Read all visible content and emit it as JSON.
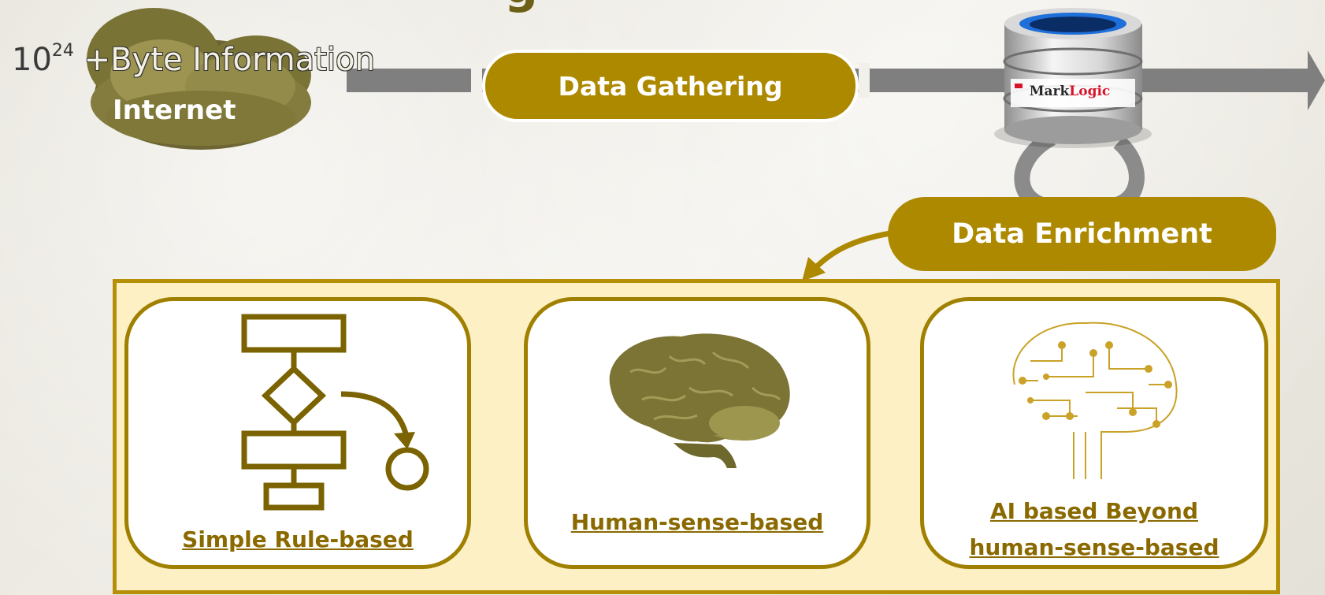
{
  "top_title": "g",
  "info": {
    "base": "10",
    "exponent": "24",
    "text": "+Byte Information"
  },
  "cloud": {
    "label": "Internet"
  },
  "gathering": {
    "label": "Data Gathering"
  },
  "database": {
    "brand_mark": "Mark",
    "brand_logic": "Logic"
  },
  "enrichment": {
    "label": "Data Enrichment"
  },
  "stages": [
    {
      "label": "Simple Rule-based",
      "icon": "flowchart-icon"
    },
    {
      "label": "Human-sense-based",
      "icon": "brain-icon"
    },
    {
      "label_line1": "AI based Beyond ",
      "label_line2": "human-sense-based",
      "icon": "circuit-brain-icon"
    }
  ],
  "colors": {
    "gold": "#ad8900",
    "olive": "#7b6a15",
    "arrow_gray": "#808080",
    "panel_fill": "#fcf0c4",
    "brand_red": "#d8142b"
  }
}
